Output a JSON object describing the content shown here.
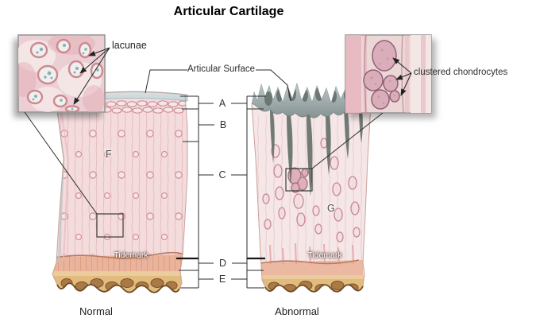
{
  "title": "Articular Cartilage",
  "insets": {
    "lacunae_label": "lacunae",
    "clustered_label": "clustered chondrocytes"
  },
  "pointers": {
    "articular_surface": "Articular Surface"
  },
  "zones": {
    "a": "A",
    "b": "B",
    "c": "C",
    "d": "D",
    "e": "E"
  },
  "regions": {
    "f": "F",
    "g": "G"
  },
  "tidemark": {
    "normal": "Tidemark",
    "abnormal": "Tidemark"
  },
  "captions": {
    "normal": "Normal",
    "abnormal": "Abnormal"
  },
  "colors": {
    "cartilage_pink": "#f3d9da",
    "surface_gray_blue": "#cfdbde",
    "fissure_gray": "#5f6b66",
    "bone_tan": "#e2bb7e",
    "tidemark_salmon": "#e7a584",
    "line": "#2b2b2b"
  }
}
